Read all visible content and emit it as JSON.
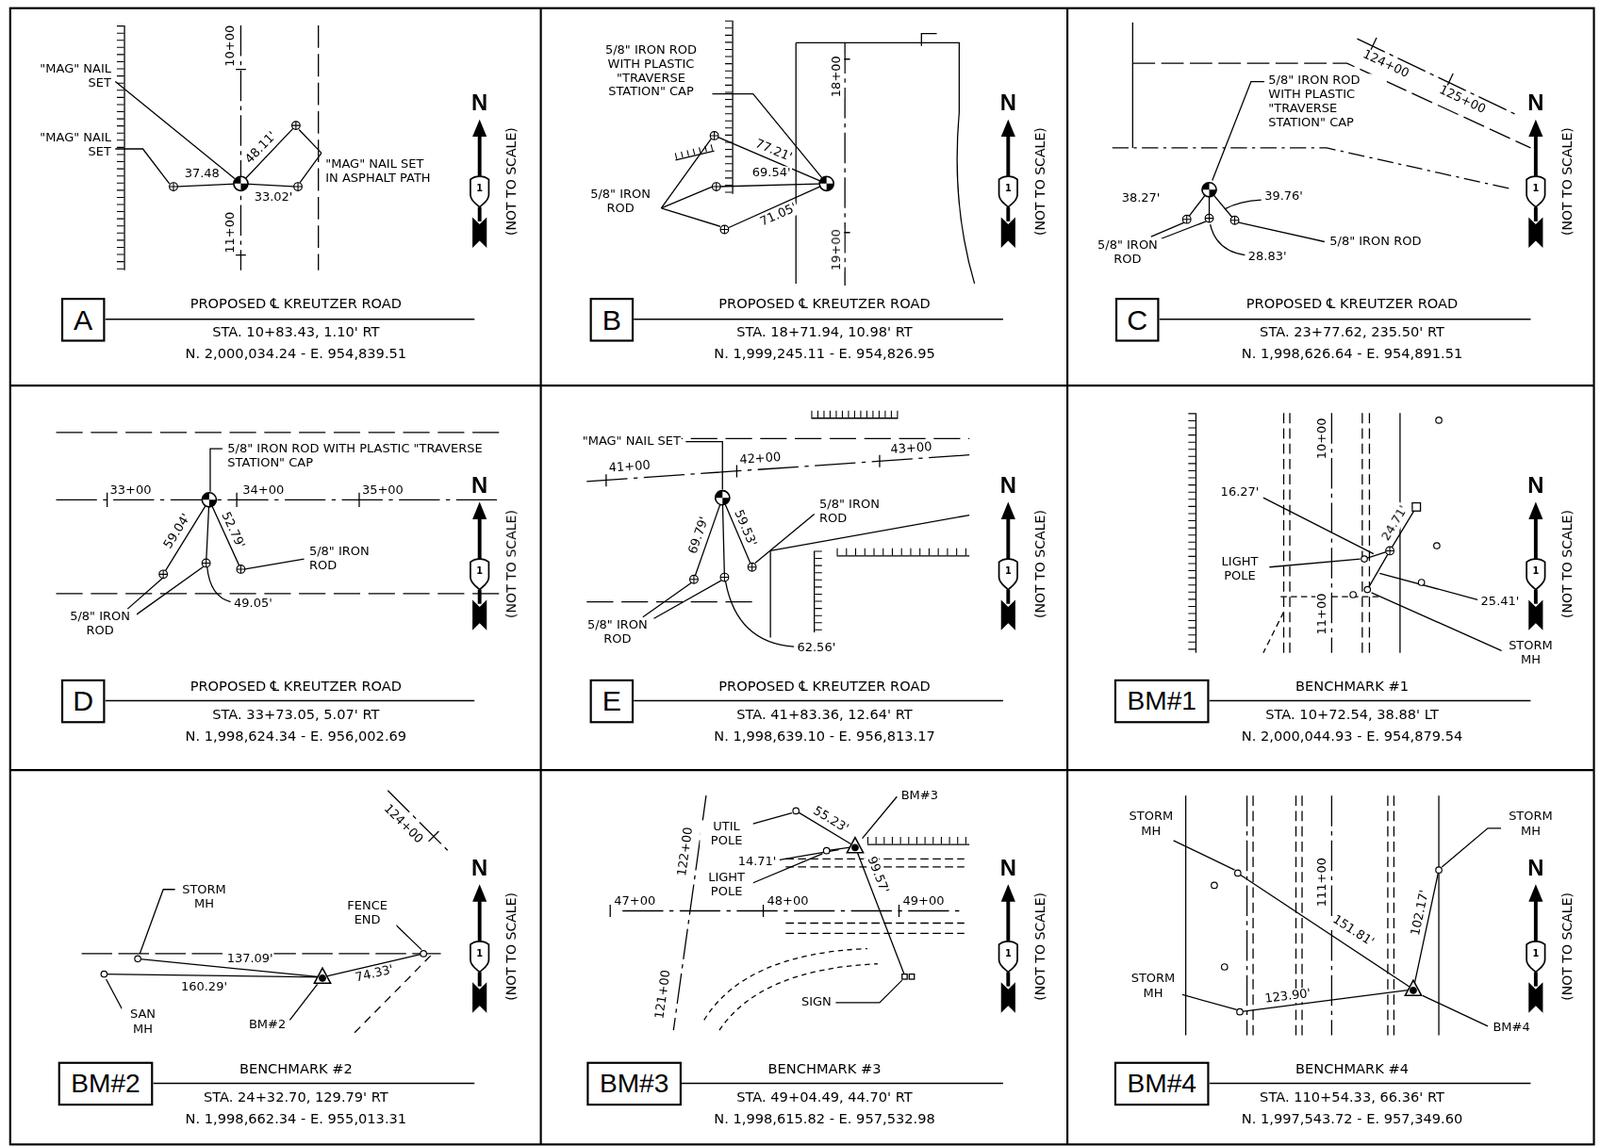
{
  "diagram": {
    "nodes": [
      {
        "text": [
          "A"
        ]
      },
      {
        "text": [
          "B"
        ]
      },
      {
        "text": [
          "C"
        ]
      },
      {
        "text": [
          "D"
        ]
      },
      {
        "text": [
          "E"
        ]
      },
      {
        "text": [
          "BM#1"
        ]
      },
      {
        "text": [
          "BM#2"
        ]
      },
      {
        "text": [
          "BM#3"
        ]
      },
      {
        "text": [
          "BM#4"
        ]
      }
    ],
    "labels": [
      "\"MAG\" NAIL SET",
      "\"MAG\" NAIL SET",
      "10+00",
      "11+00",
      "37.48",
      "48.11'",
      "33.02'",
      "\"MAG\" NAIL SET IN ASPHALT PATH",
      "N",
      "1",
      "(NOT TO SCALE)",
      "PROPOSED ℄ KREUTZER ROAD",
      "STA. 10+83.43, 1.10' RT",
      "N. 2,000,034.24 - E. 954,839.51",
      "5/8\" IRON ROD WITH PLASTIC \"TRAVERSE STATION\" CAP",
      "18+00",
      "19+00",
      "77.21'",
      "69.54'",
      "71.05'",
      "5/8\" IRON ROD",
      "N",
      "1",
      "(NOT TO SCALE)",
      "PROPOSED ℄ KREUTZER ROAD",
      "STA. 18+71.94, 10.98' RT",
      "N. 1,999,245.11 - E. 954,826.95",
      "124+00",
      "125+00",
      "5/8\" IRON ROD WITH PLASTIC \"TRAVERSE STATION\" CAP",
      "38.27'",
      "39.76'",
      "28.83'",
      "5/8\" IRON ROD",
      "5/8\" IRON ROD",
      "N",
      "1",
      "(NOT TO SCALE)",
      "PROPOSED ℄ KREUTZER ROAD",
      "STA. 23+77.62, 235.50' RT",
      "N. 1,998,626.64 - E. 954,891.51",
      "33+00",
      "34+00",
      "35+00",
      "5/8\" IRON ROD WITH PLASTIC \"TRAVERSE STATION\" CAP",
      "59.04'",
      "52.79'",
      "5/8\" IRON ROD",
      "5/8\" IRON ROD",
      "49.05'",
      "N",
      "1",
      "(NOT TO SCALE)",
      "PROPOSED ℄ KREUTZER ROAD",
      "STA. 33+73.05, 5.07' RT",
      "N. 1,998,624.34 - E. 956,002.69",
      "\"MAG\" NAIL SET",
      "41+00",
      "42+00",
      "43+00",
      "69.79'",
      "59.53'",
      "5/8\" IRON ROD",
      "5/8\" IRON ROD",
      "62.56'",
      "N",
      "1",
      "(NOT TO SCALE)",
      "PROPOSED ℄ KREUTZER ROAD",
      "STA. 41+83.36, 12.64' RT",
      "N. 1,998,639.10 - E. 956,813.17",
      "10+00",
      "16.27'",
      "24.71'",
      "LIGHT POLE",
      "11+00",
      "25.41'",
      "STORM MH",
      "N",
      "1",
      "(NOT TO SCALE)",
      "BENCHMARK #1",
      "STA. 10+72.54, 38.88' LT",
      "N. 2,000,044.93 - E. 954,879.54",
      "124+00",
      "STORM MH",
      "FENCE END",
      "137.09'",
      "160.29'",
      "74.33'",
      "SAN MH",
      "BM#2",
      "N",
      "1",
      "(NOT TO SCALE)",
      "BENCHMARK #2",
      "STA. 24+32.70, 129.79' RT",
      "N. 1,998,662.34 - E. 955,013.31",
      "BM#3",
      "UTIL POLE",
      "55.23'",
      "122+00",
      "LIGHT POLE",
      "14.71'",
      "99.57'",
      "47+00",
      "48+00",
      "49+00",
      "121+00",
      "SIGN",
      "N",
      "1",
      "(NOT TO SCALE)",
      "BENCHMARK #3",
      "STA. 49+04.49, 44.70' RT",
      "N. 1,998,615.82 - E. 957,532.98",
      "STORM MH",
      "STORM MH",
      "111+00",
      "151.81'",
      "102.17'",
      "STORM MH",
      "123.90'",
      "BM#4",
      "N",
      "1",
      "(NOT TO SCALE)",
      "BENCHMARK #4",
      "STA. 110+54.33, 66.36' RT",
      "N. 1,997,543.72 - E. 957,349.60"
    ]
  }
}
